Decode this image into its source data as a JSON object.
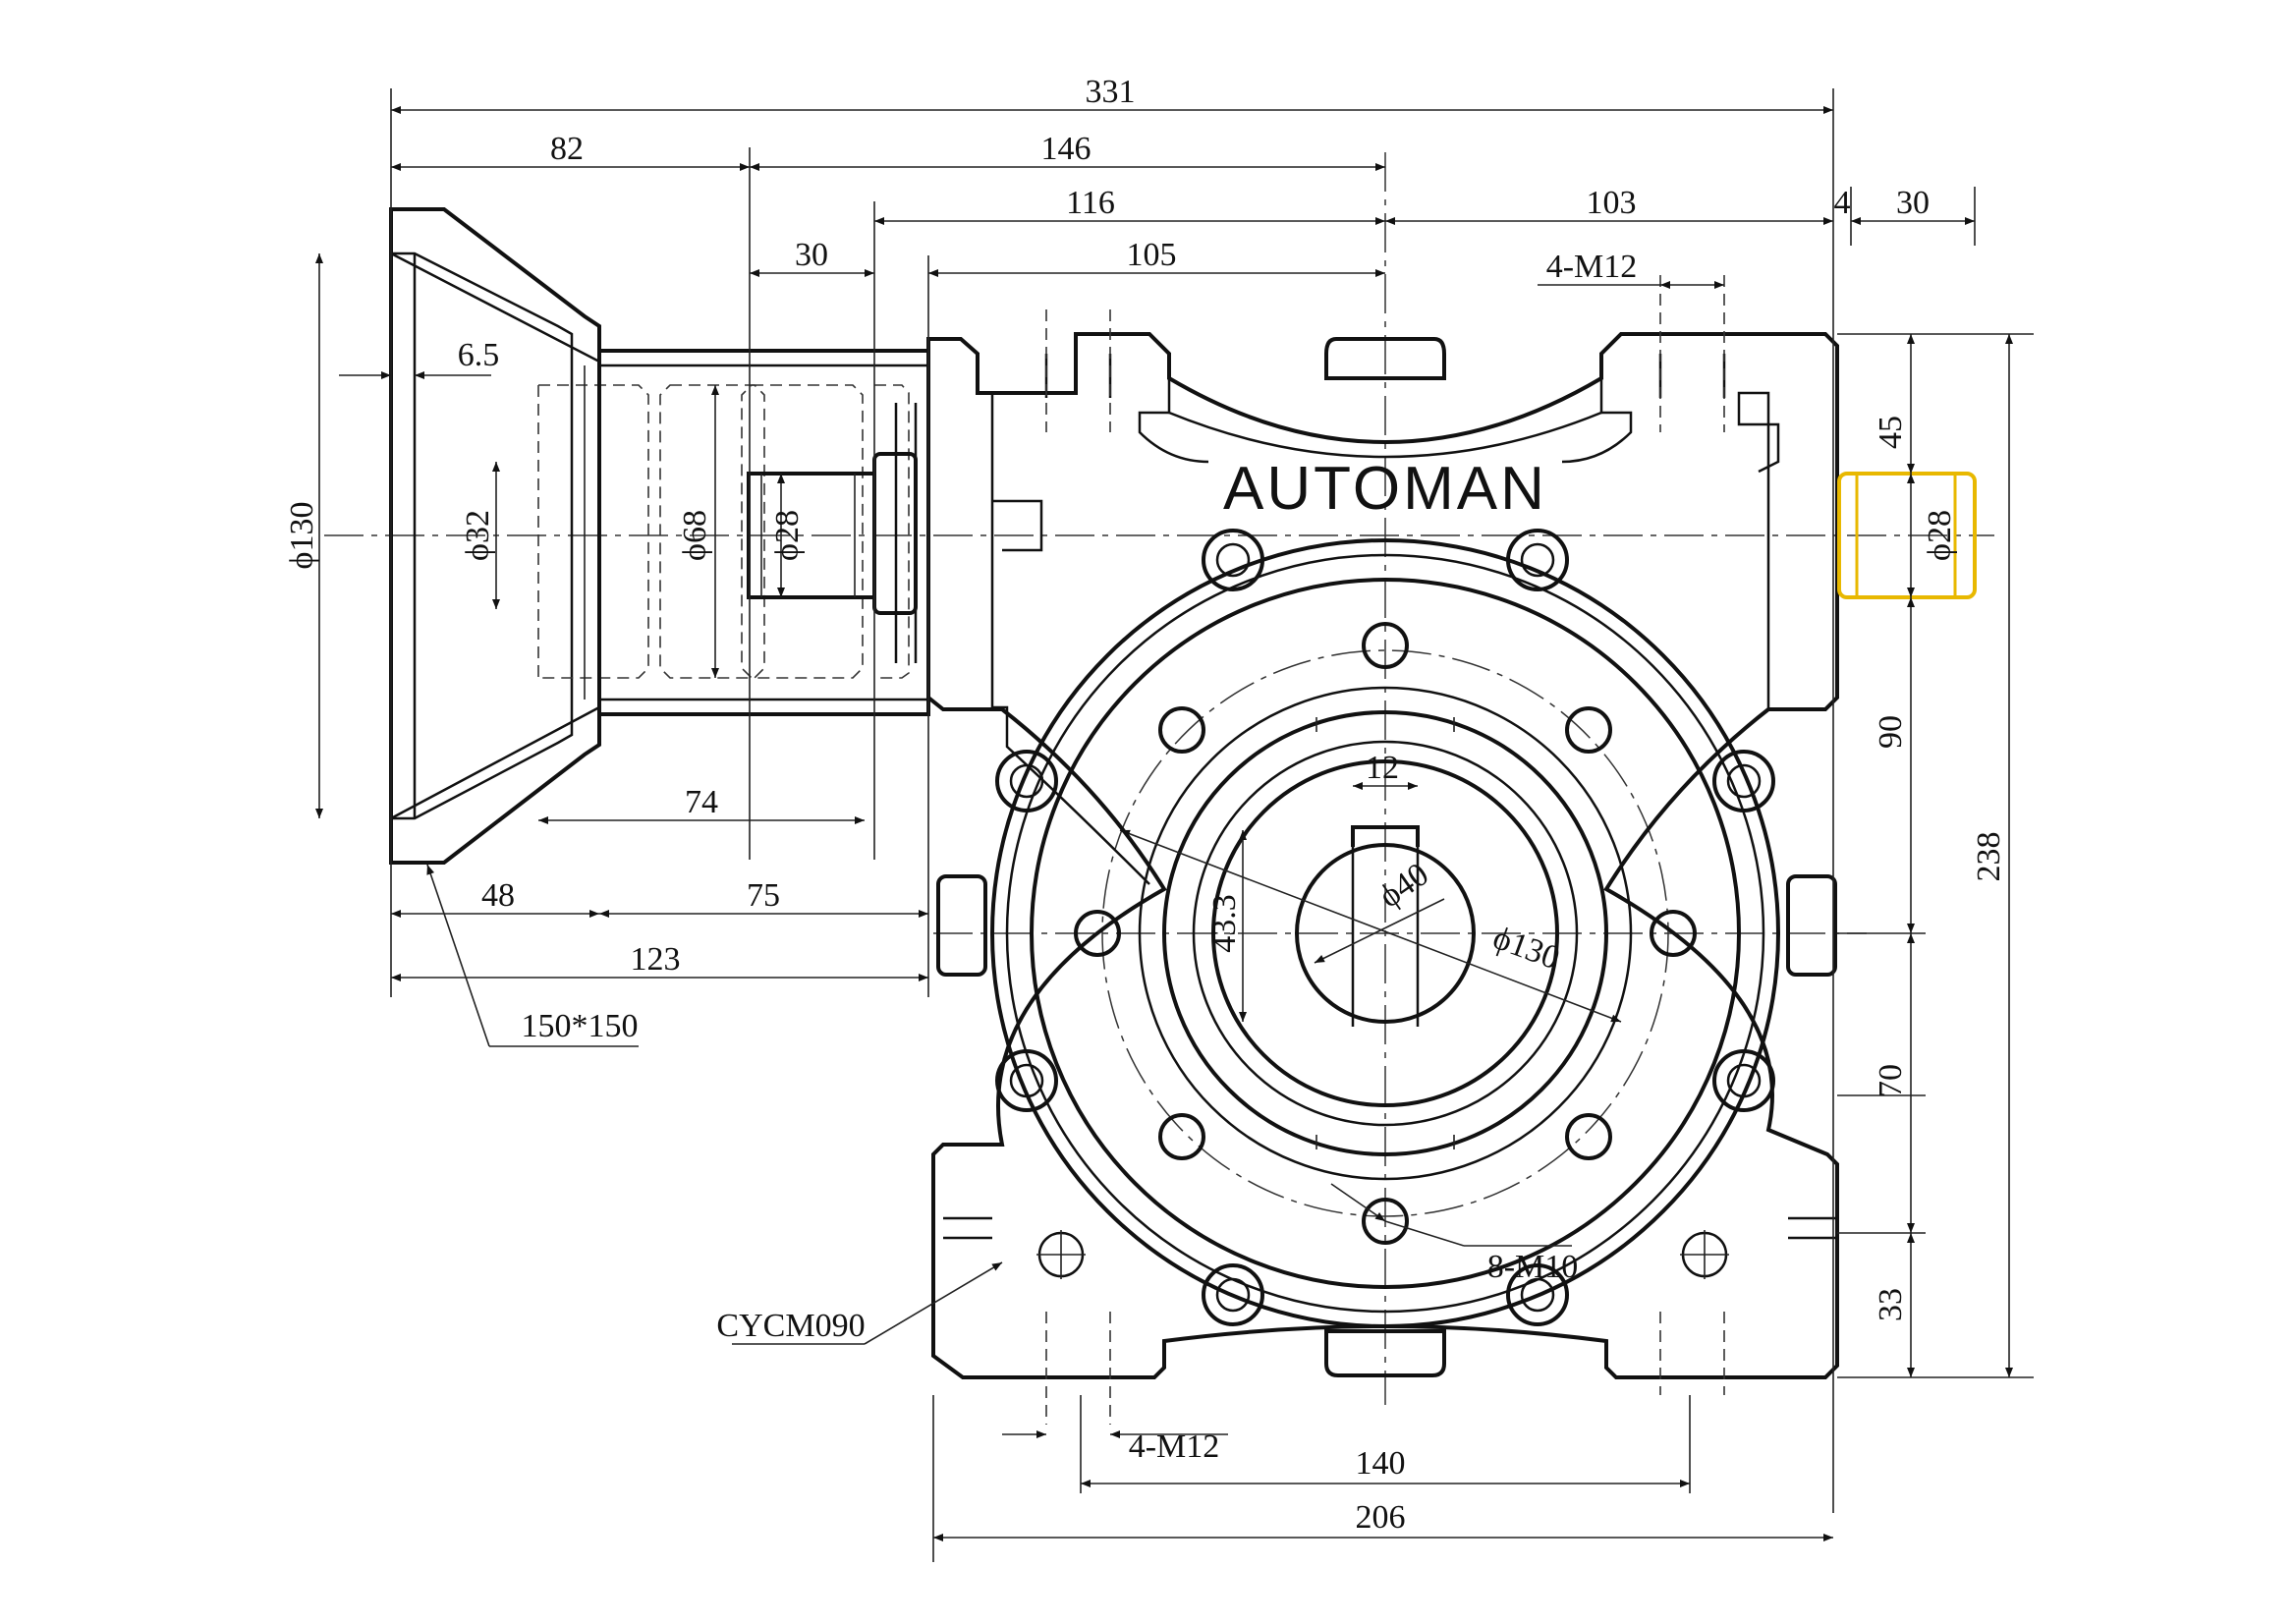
{
  "brand": "AUTOMAN",
  "model": "CYCM090",
  "flange_size": "150*150",
  "colors": {
    "line": "#111111",
    "highlight_shaft": "#e8b800",
    "background": "#ffffff"
  },
  "dimensions": {
    "overall_length": "331",
    "flange_to_shaft": "82",
    "shaft_to_center": "146",
    "body_to_center": "116",
    "housing_to_center": "105",
    "center_to_body_right": "103",
    "gap": "4",
    "output_shaft_length": "30",
    "input_shaft_length": "30",
    "bolt_right_top": "4-M12",
    "flange_dia": "ϕ130",
    "flange_thickness": "6.5",
    "spigot_dia": "ϕ32",
    "housing_bore": "ϕ68",
    "input_shaft_dia": "ϕ28",
    "output_shaft_dia": "ϕ28",
    "adapter_length_74": "74",
    "adapter_48": "48",
    "adapter_75": "75",
    "adapter_123": "123",
    "keyway_width": "12",
    "key_height": "43.3",
    "hollow_bore": "ϕ40",
    "pcd": "ϕ130",
    "flange_bolts": "8-M10",
    "right_45": "45",
    "right_90": "90",
    "right_70": "70",
    "right_33": "33",
    "overall_height": "238",
    "foot_bolts": "4-M12",
    "foot_spacing": "140",
    "base_width": "206"
  }
}
